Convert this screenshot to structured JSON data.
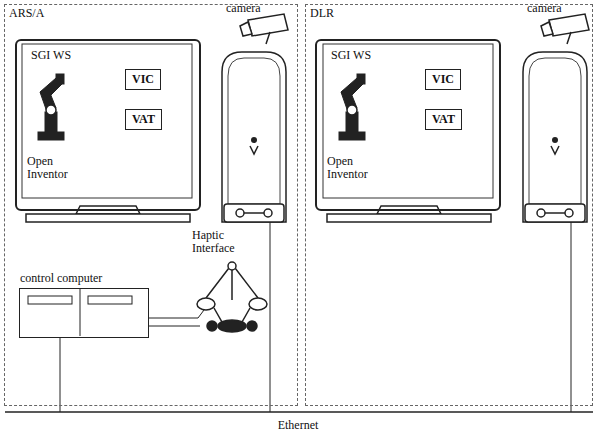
{
  "diagram": {
    "nodes": [
      {
        "text": [
          "ARS/A"
        ]
      },
      {
        "text": [
          "SGI WS",
          "Open Inventor"
        ],
        "in": 0
      },
      {
        "text": [
          "VIC"
        ],
        "in": 1
      },
      {
        "text": [
          "VAT"
        ],
        "in": 1
      },
      {
        "text": [
          "control computer"
        ],
        "in": 0
      },
      {
        "text": [
          "DLR"
        ]
      },
      {
        "text": [
          "SGI WS",
          "Open Inventor"
        ],
        "in": 5
      },
      {
        "text": [
          "VIC"
        ],
        "in": 6
      },
      {
        "text": [
          "VAT"
        ],
        "in": 6
      }
    ],
    "labels": [
      "camera",
      "Haptic Interface",
      "camera",
      "Ethernet"
    ]
  }
}
